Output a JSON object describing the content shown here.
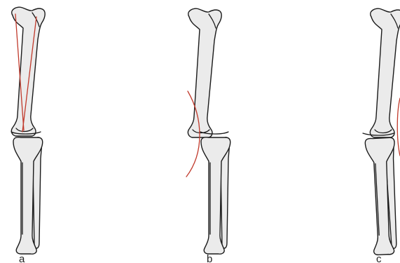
{
  "figure": {
    "panels": [
      {
        "label": "a",
        "overlay": "mechanical-axis-lines"
      },
      {
        "label": "b",
        "overlay": "varus-curve"
      },
      {
        "label": "c",
        "overlay": "valgus-curve"
      }
    ],
    "colors": {
      "bone_fill": "#ebebeb",
      "bone_outline": "#1a1a1a",
      "axis_line": "#c0392b",
      "background": "#ffffff"
    }
  }
}
